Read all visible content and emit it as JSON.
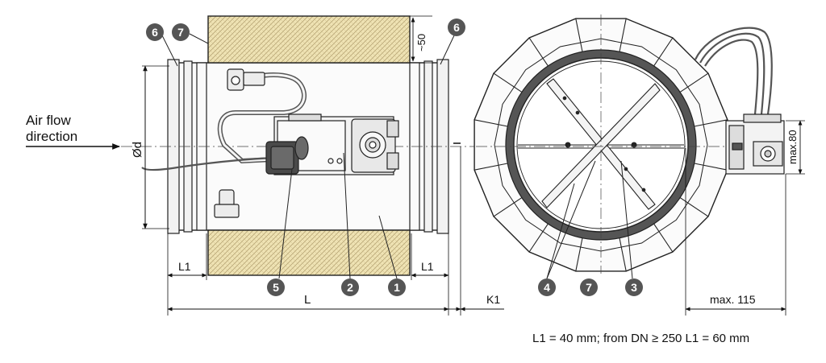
{
  "labels": {
    "air_flow_line1": "Air flow",
    "air_flow_line2": "direction",
    "diameter": "Ød",
    "approx_50": "~50",
    "dim_L": "L",
    "dim_L1_left": "L1",
    "dim_L1_right": "L1",
    "dim_K1": "K1",
    "max_115": "max. 115",
    "max_80": "max.80"
  },
  "callouts": [
    "1",
    "2",
    "3",
    "4",
    "5",
    "6",
    "7"
  ],
  "footnote": "L1 = 40 mm; from DN ≥ 250 L1 = 60 mm",
  "colors": {
    "callout_fill": "#555555",
    "insulation_fill": "#efe3b4",
    "rubber_seal": "#555555",
    "line": "#222222"
  }
}
